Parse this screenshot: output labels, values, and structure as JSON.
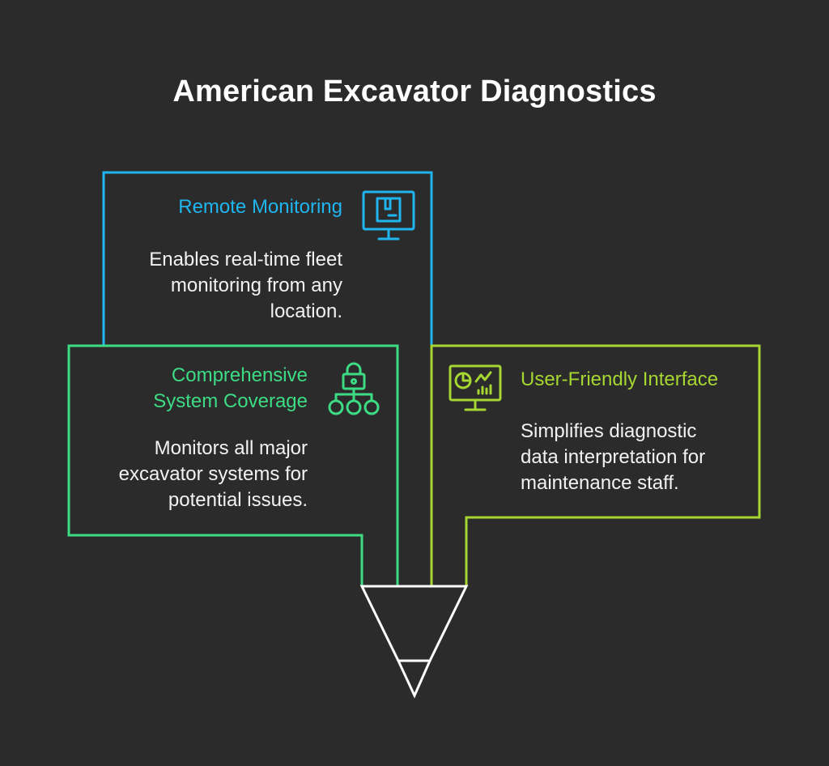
{
  "title": "American Excavator Diagnostics",
  "colors": {
    "background": "#2b2b2b",
    "remote": "#1fb6ef",
    "coverage": "#3ddc84",
    "interface": "#a6d631",
    "funnel": "#ffffff"
  },
  "cards": {
    "remote": {
      "heading": "Remote Monitoring",
      "lines": [
        "Enables real-time fleet",
        "monitoring from any",
        "location."
      ],
      "icon": "monitor-icon"
    },
    "coverage": {
      "heading_lines": [
        "Comprehensive",
        "System Coverage"
      ],
      "lines": [
        "Monitors all major",
        "excavator systems for",
        "potential issues."
      ],
      "icon": "network-lock-icon"
    },
    "interface": {
      "heading": "User-Friendly Interface",
      "lines": [
        "Simplifies diagnostic",
        "data interpretation for",
        "maintenance staff."
      ],
      "icon": "dashboard-monitor-icon"
    }
  }
}
